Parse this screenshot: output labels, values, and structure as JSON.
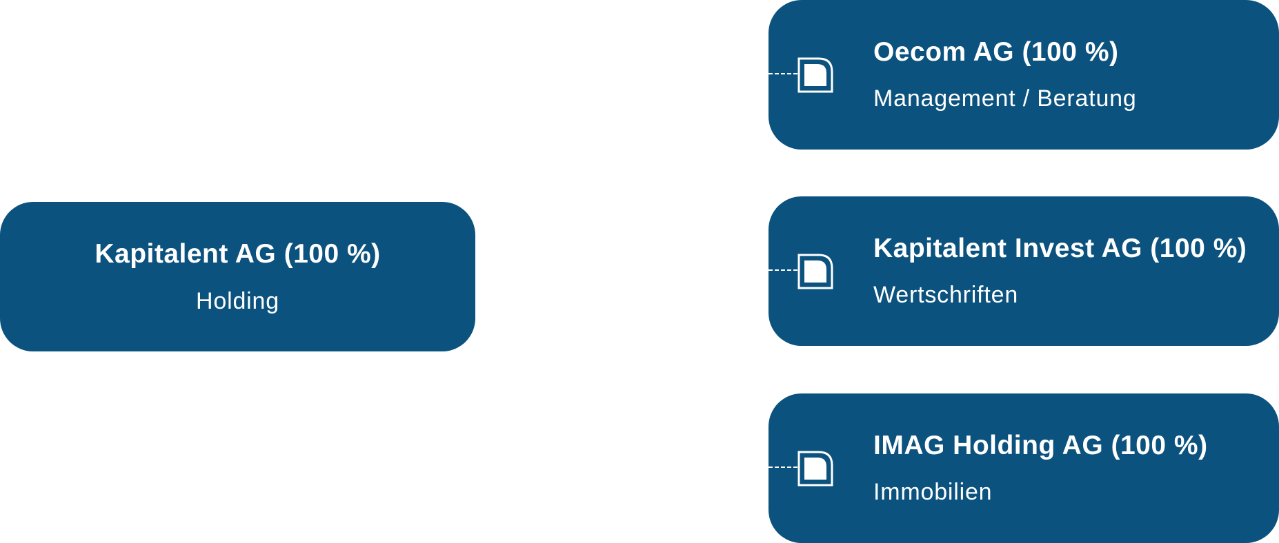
{
  "parent": {
    "name": "Kapitalent AG (100 %)",
    "role": "Holding"
  },
  "subsidiaries": [
    {
      "name": "Oecom AG (100 %)",
      "role": "Management / Beratung",
      "icon": "document-icon"
    },
    {
      "name": "Kapitalent Invest AG (100 %)",
      "role": "Wertschriften",
      "icon": "document-icon"
    },
    {
      "name": "IMAG Holding AG (100 %)",
      "role": "Immobilien",
      "icon": "document-icon"
    }
  ],
  "colors": {
    "node_fill": "#0b527e",
    "text": "#ffffff",
    "background": "#ffffff"
  }
}
